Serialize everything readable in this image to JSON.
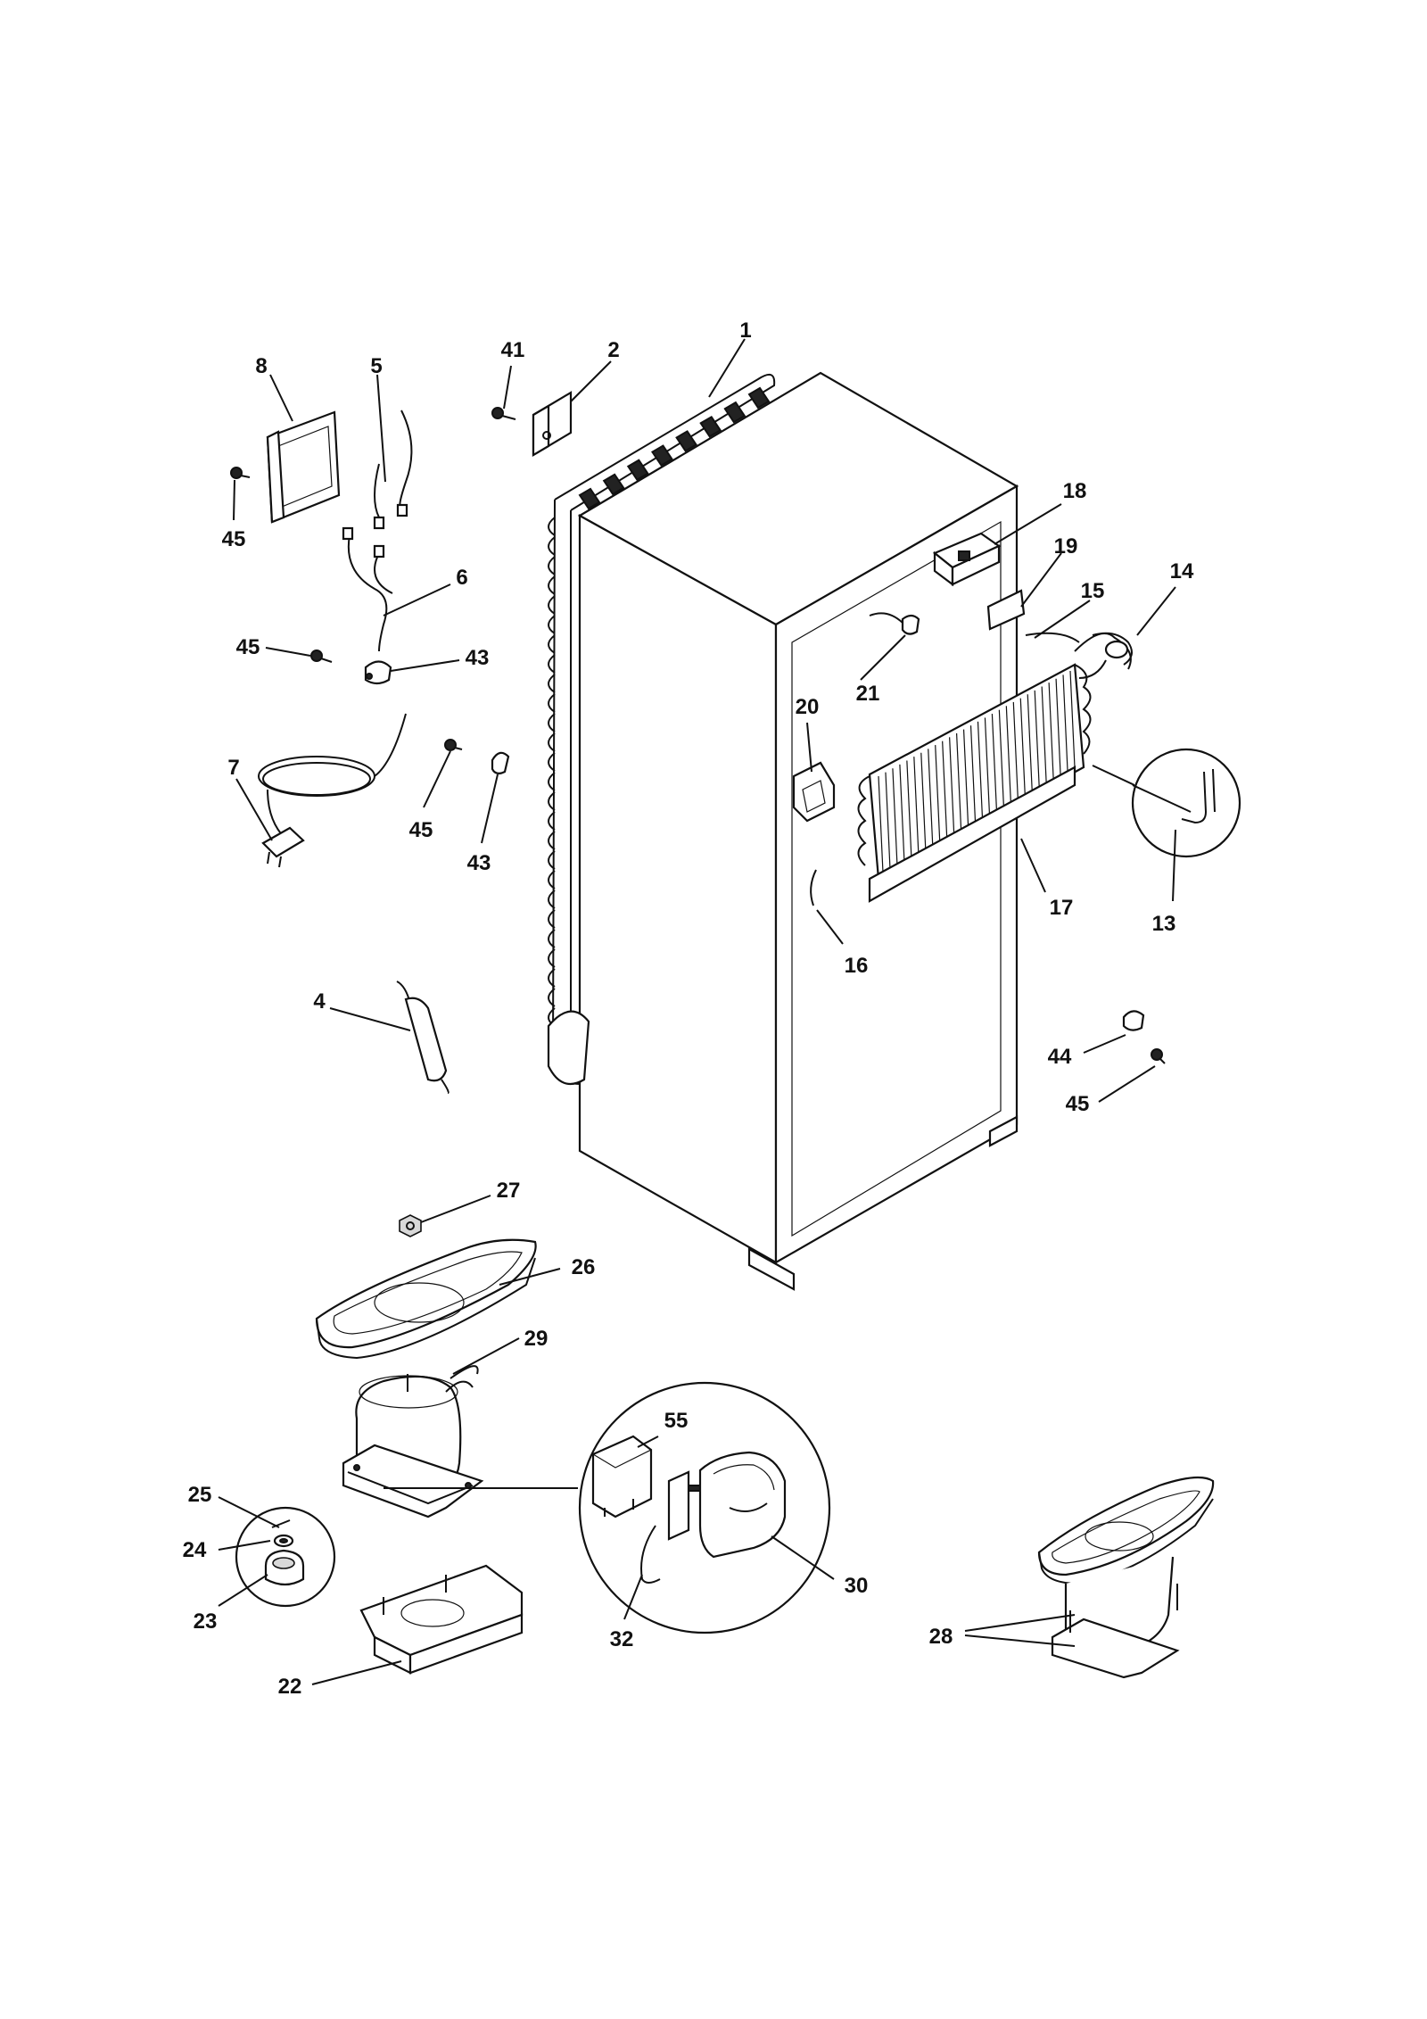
{
  "callouts": [
    {
      "id": "c1",
      "text": "1"
    },
    {
      "id": "c2",
      "text": "2"
    },
    {
      "id": "c41",
      "text": "41"
    },
    {
      "id": "c8",
      "text": "8"
    },
    {
      "id": "c5",
      "text": "5"
    },
    {
      "id": "c45a",
      "text": "45"
    },
    {
      "id": "c6",
      "text": "6"
    },
    {
      "id": "c45b",
      "text": "45"
    },
    {
      "id": "c43a",
      "text": "43"
    },
    {
      "id": "c7",
      "text": "7"
    },
    {
      "id": "c45c",
      "text": "45"
    },
    {
      "id": "c43b",
      "text": "43"
    },
    {
      "id": "c18",
      "text": "18"
    },
    {
      "id": "c19",
      "text": "19"
    },
    {
      "id": "c15",
      "text": "15"
    },
    {
      "id": "c14",
      "text": "14"
    },
    {
      "id": "c21",
      "text": "21"
    },
    {
      "id": "c20",
      "text": "20"
    },
    {
      "id": "c17",
      "text": "17"
    },
    {
      "id": "c13",
      "text": "13"
    },
    {
      "id": "c16",
      "text": "16"
    },
    {
      "id": "c4",
      "text": "4"
    },
    {
      "id": "c44",
      "text": "44"
    },
    {
      "id": "c45d",
      "text": "45"
    },
    {
      "id": "c27",
      "text": "27"
    },
    {
      "id": "c26",
      "text": "26"
    },
    {
      "id": "c29",
      "text": "29"
    },
    {
      "id": "c55",
      "text": "55"
    },
    {
      "id": "c25",
      "text": "25"
    },
    {
      "id": "c24",
      "text": "24"
    },
    {
      "id": "c23",
      "text": "23"
    },
    {
      "id": "c30",
      "text": "30"
    },
    {
      "id": "c32",
      "text": "32"
    },
    {
      "id": "c22",
      "text": "22"
    },
    {
      "id": "c28",
      "text": "28"
    }
  ]
}
